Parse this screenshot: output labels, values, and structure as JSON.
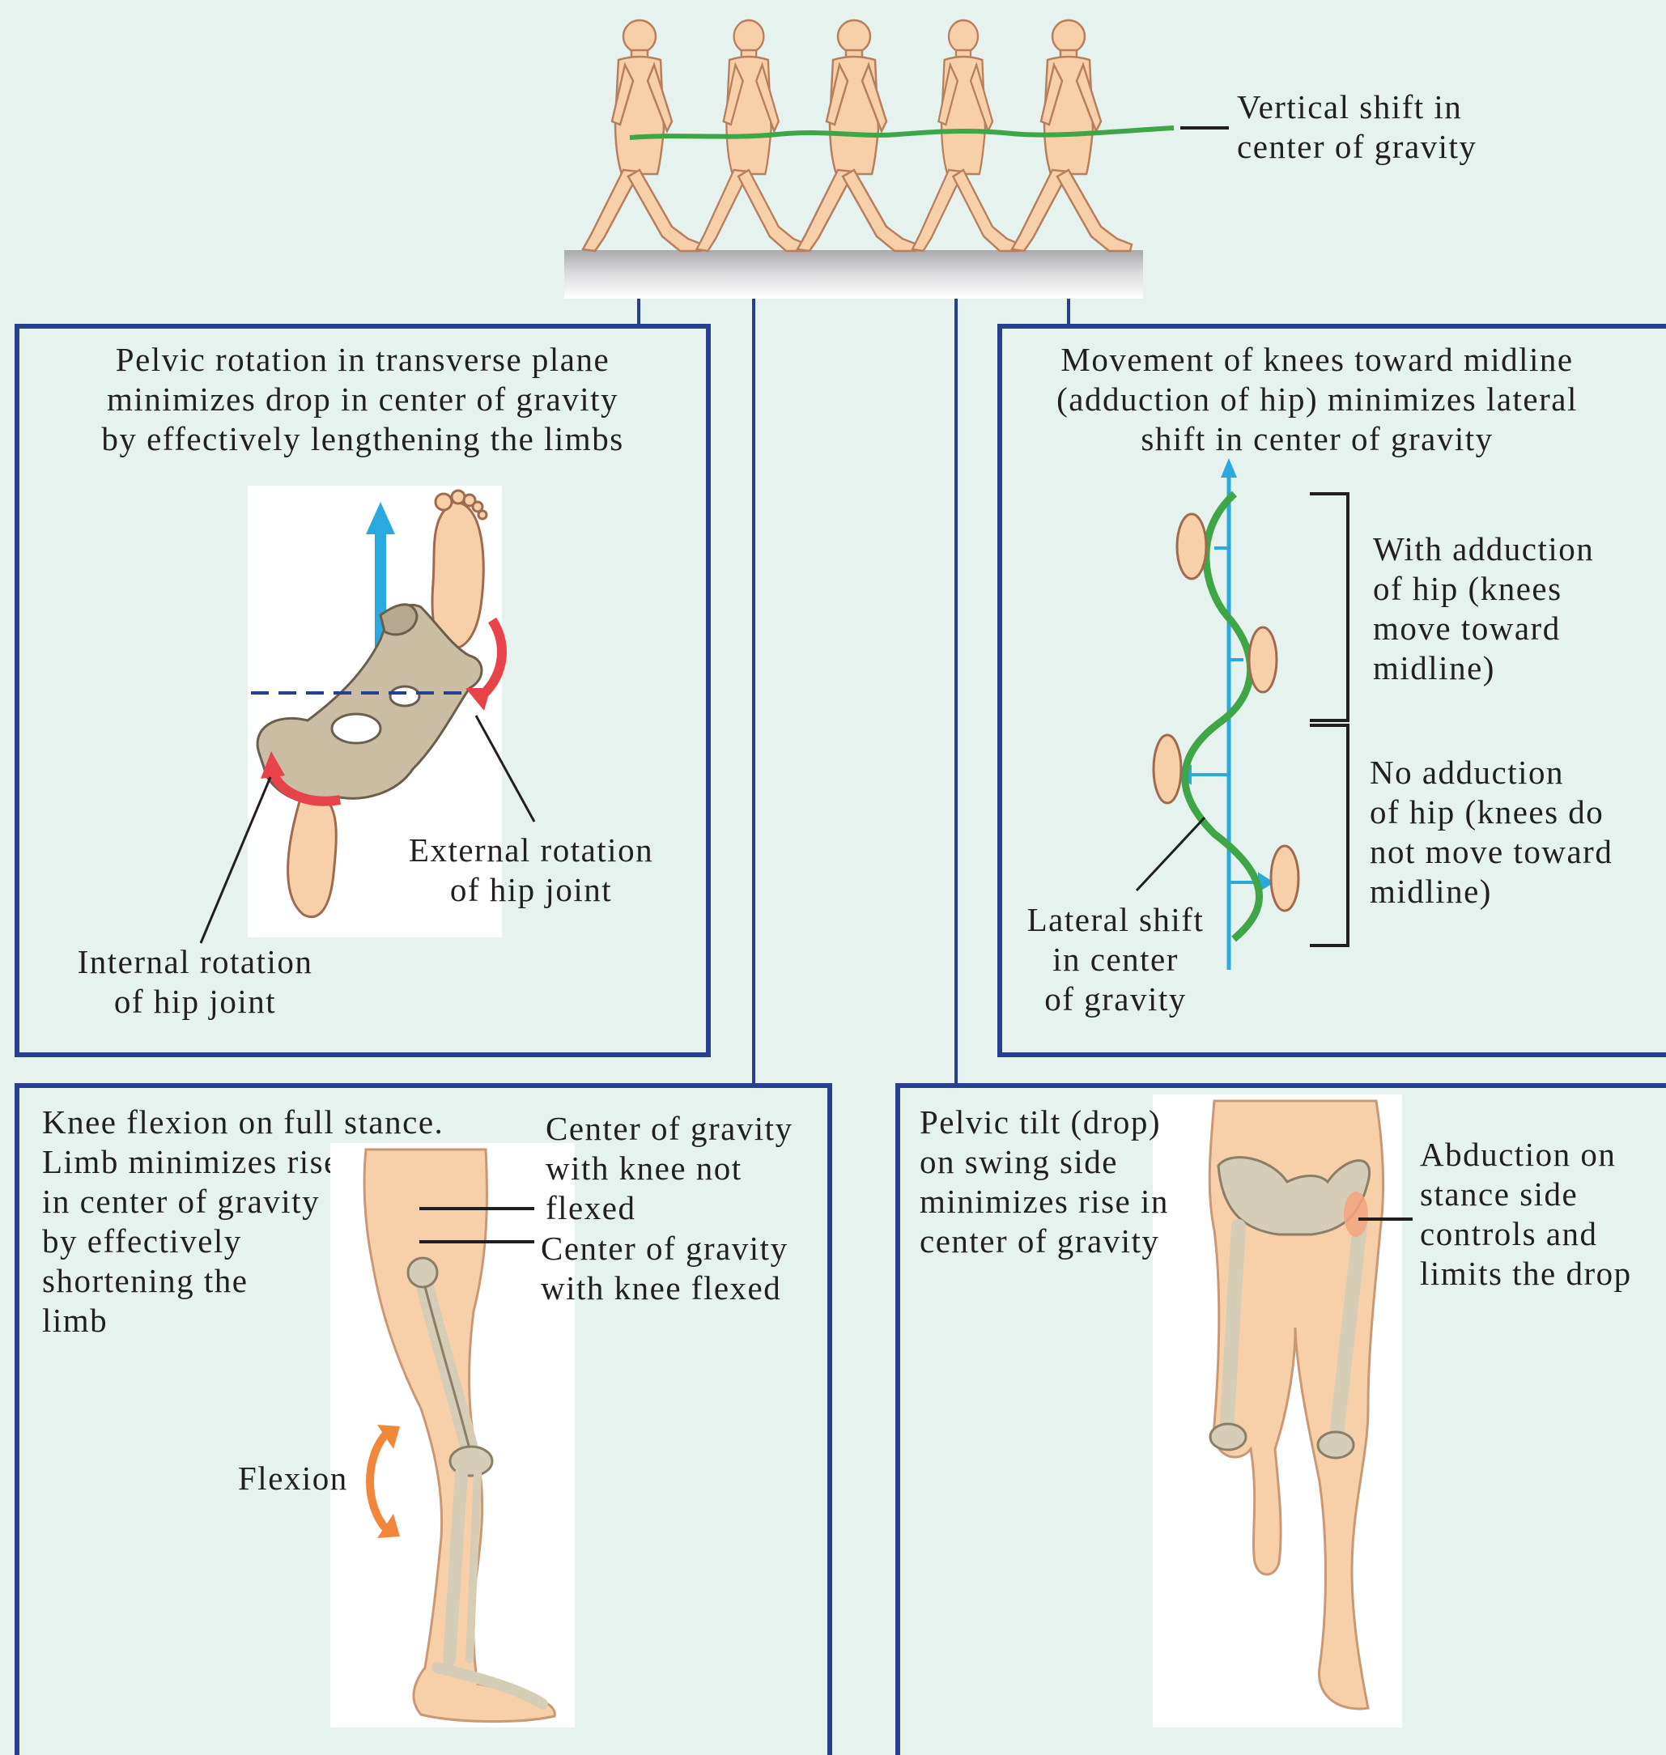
{
  "top": {
    "vertical_shift_label": "Vertical shift in\ncenter of gravity"
  },
  "pelvic_rotation": {
    "title": "Pelvic rotation in transverse plane\nminimizes drop in center of gravity\nby effectively lengthening the limbs",
    "external_label": "External rotation\nof hip joint",
    "internal_label": "Internal rotation\nof hip joint"
  },
  "knee_adduction": {
    "title": "Movement of knees toward midline\n(adduction of hip) minimizes lateral\nshift in center of gravity",
    "with_adduction_label": "With adduction\nof hip (knees\nmove toward\nmidline)",
    "no_adduction_label": "No adduction\nof hip (knees do\nnot move toward\nmidline)",
    "lateral_shift_label": "Lateral shift\nin center\nof gravity"
  },
  "knee_flexion": {
    "title": "Knee flexion on full stance.\nLimb minimizes rise\nin center of gravity\nby effectively\nshortening the\nlimb",
    "cog_not_flexed_label": "Center of gravity\nwith knee not\nflexed",
    "cog_flexed_label": "Center of gravity\nwith knee flexed",
    "flexion_label": "Flexion"
  },
  "pelvic_tilt": {
    "title": "Pelvic tilt (drop)\non swing side\nminimizes rise in\ncenter of gravity",
    "abduction_label": "Abduction on\nstance side\ncontrols and\nlimits the drop"
  },
  "colors": {
    "background": "#e6f2ee",
    "panel_border": "#263f8f",
    "gravity_line": "#3fa648",
    "axis_arrow": "#2aa8e0",
    "rotation_arrow": "#e8434a",
    "flexion_arrow": "#f0873a",
    "skin": "#f7d0a9",
    "bone": "#d6cdb6"
  },
  "icons": {
    "walker": "walking-figure-icon",
    "foot": "footprint-icon",
    "pelvis": "pelvis-bone-icon",
    "leg": "leg-skeleton-icon"
  }
}
